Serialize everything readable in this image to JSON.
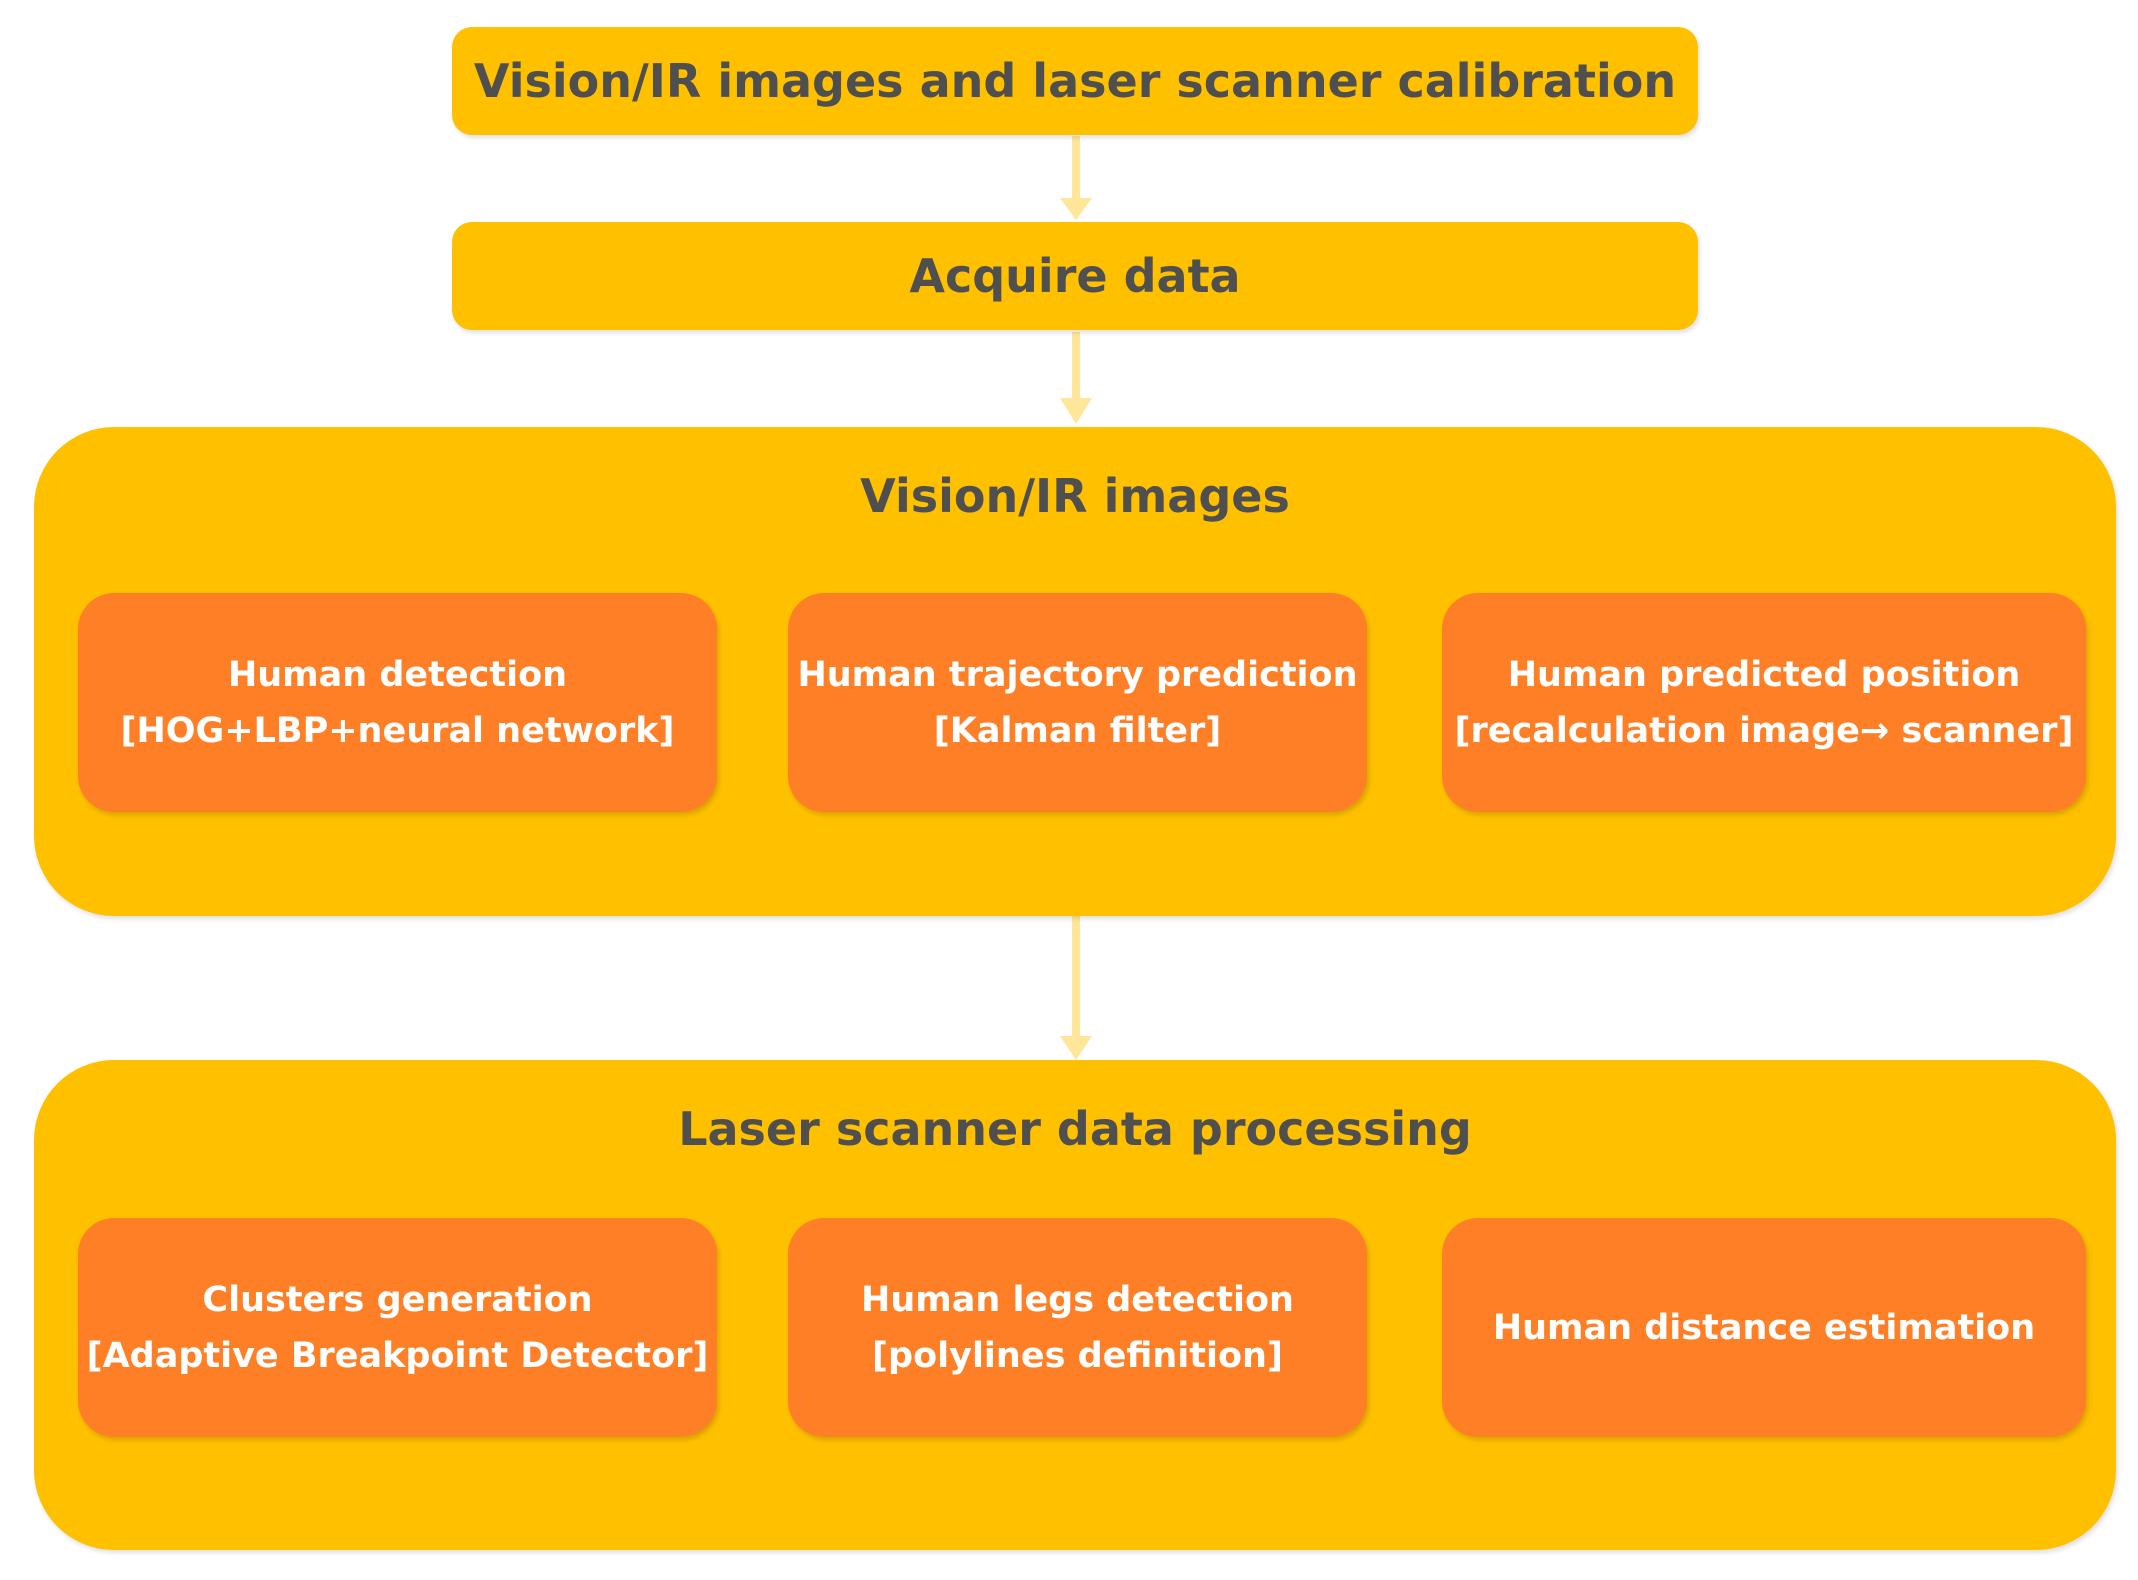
{
  "colors": {
    "outer_box": "#FFC000",
    "inner_box": "#FF7F27",
    "title_text": "#4F4F4F",
    "inner_text": "#FFFFFF",
    "vertical_arrow": "#FFE699",
    "horizontal_arrow": "#E00000"
  },
  "top_steps": [
    {
      "label": "Vision/IR images and laser scanner calibration"
    },
    {
      "label": "Acquire data"
    }
  ],
  "groups": [
    {
      "title": "Vision/IR images",
      "steps": [
        {
          "line1": "Human detection",
          "line2": "[HOG+LBP+neural network]"
        },
        {
          "line1": "Human trajectory prediction",
          "line2": "[Kalman filter]"
        },
        {
          "line1": "Human predicted position",
          "line2": "[recalculation image→ scanner]"
        }
      ]
    },
    {
      "title": "Laser scanner data processing",
      "steps": [
        {
          "line1": "Clusters generation",
          "line2": "[Adaptive Breakpoint Detector]"
        },
        {
          "line1": "Human legs detection",
          "line2": "[polylines definition]"
        },
        {
          "line1": "Human distance estimation",
          "line2": ""
        }
      ]
    }
  ]
}
